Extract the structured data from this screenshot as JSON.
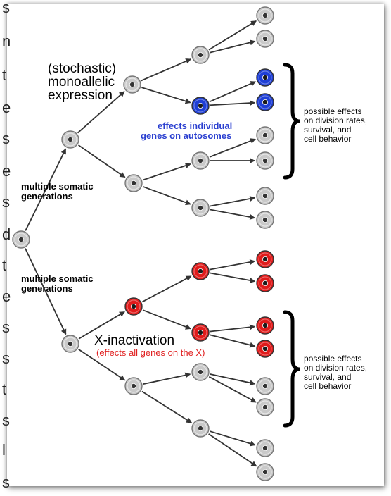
{
  "labels": {
    "mono_title": "(stochastic)",
    "mono_line2": "monoallelic",
    "mono_line3": "expression",
    "auto_line1": "effects individual",
    "auto_line2": "genes on autosomes",
    "gen_top_1": "multiple somatic",
    "gen_top_2": "generations",
    "gen_bot_1": "multiple somatic",
    "gen_bot_2": "generations",
    "xinact_title": "X-inactivation",
    "xinact_sub": "(effects all genes on the X)",
    "effects_top": [
      "possible effects",
      "on division rates,",
      "survival, and",
      "cell behavior"
    ],
    "effects_bot": [
      "possible effects",
      "on division rates,",
      "survival, and",
      "cell behavior"
    ]
  },
  "margin_fragments": [
    "s",
    "n",
    "t",
    "e",
    "s",
    "e",
    "s",
    "d",
    "t",
    "e",
    "s",
    "s",
    "t",
    "s",
    "l",
    "s"
  ],
  "colors": {
    "gray_cell": "#c9c9c9",
    "blue_cell": "#1f3fd6",
    "red_cell": "#e01b1b",
    "arrow": "#333333",
    "auto_text": "#2a3fd0",
    "xinact_sub_text": "#e02020"
  }
}
